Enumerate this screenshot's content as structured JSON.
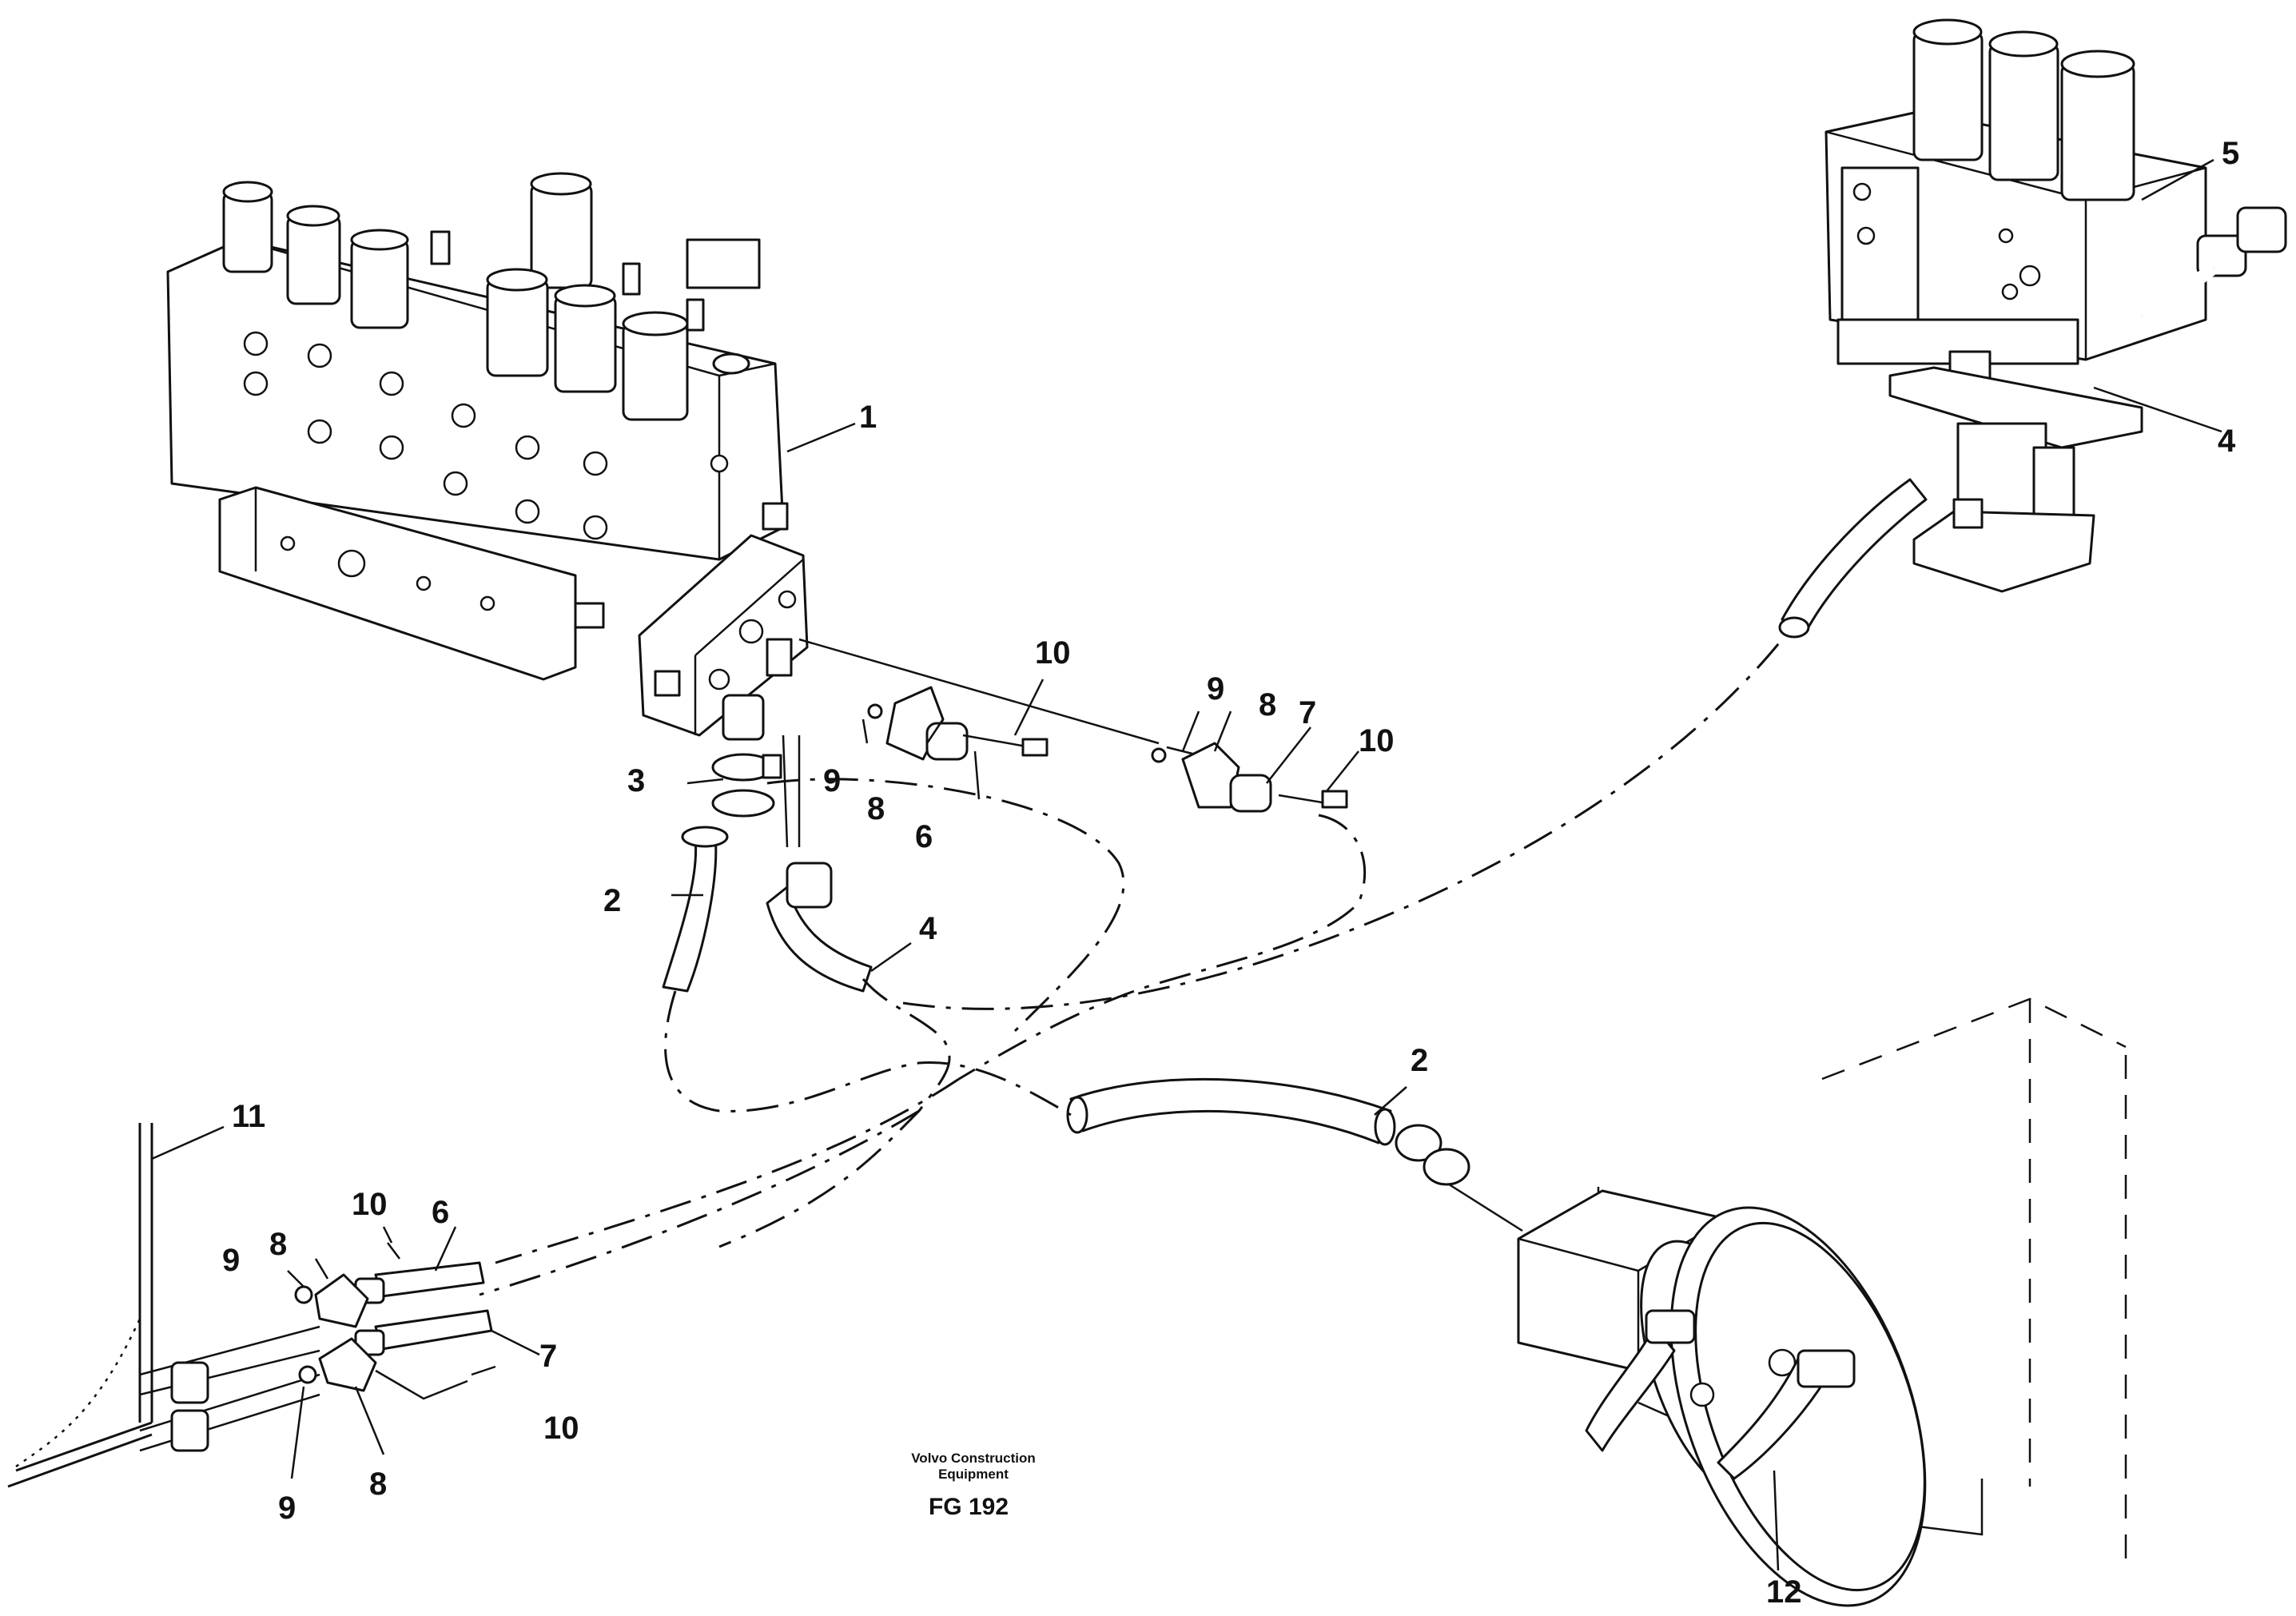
{
  "caption": {
    "line1": "Volvo Construction",
    "line2": "Equipment",
    "figure": "FG 192"
  },
  "callouts": {
    "c1": "1",
    "c2a": "2",
    "c2b": "2",
    "c3": "3",
    "c4a": "4",
    "c4b": "4",
    "c5": "5",
    "c6a": "6",
    "c6b": "6",
    "c7a": "7",
    "c7b": "7",
    "c8a": "8",
    "c8b": "8",
    "c8c": "8",
    "c8d": "8",
    "c9a": "9",
    "c9b": "9",
    "c9c": "9",
    "c9d": "9",
    "c10a": "10",
    "c10b": "10",
    "c10c": "10",
    "c10d": "10",
    "c11": "11",
    "c12": "12"
  }
}
